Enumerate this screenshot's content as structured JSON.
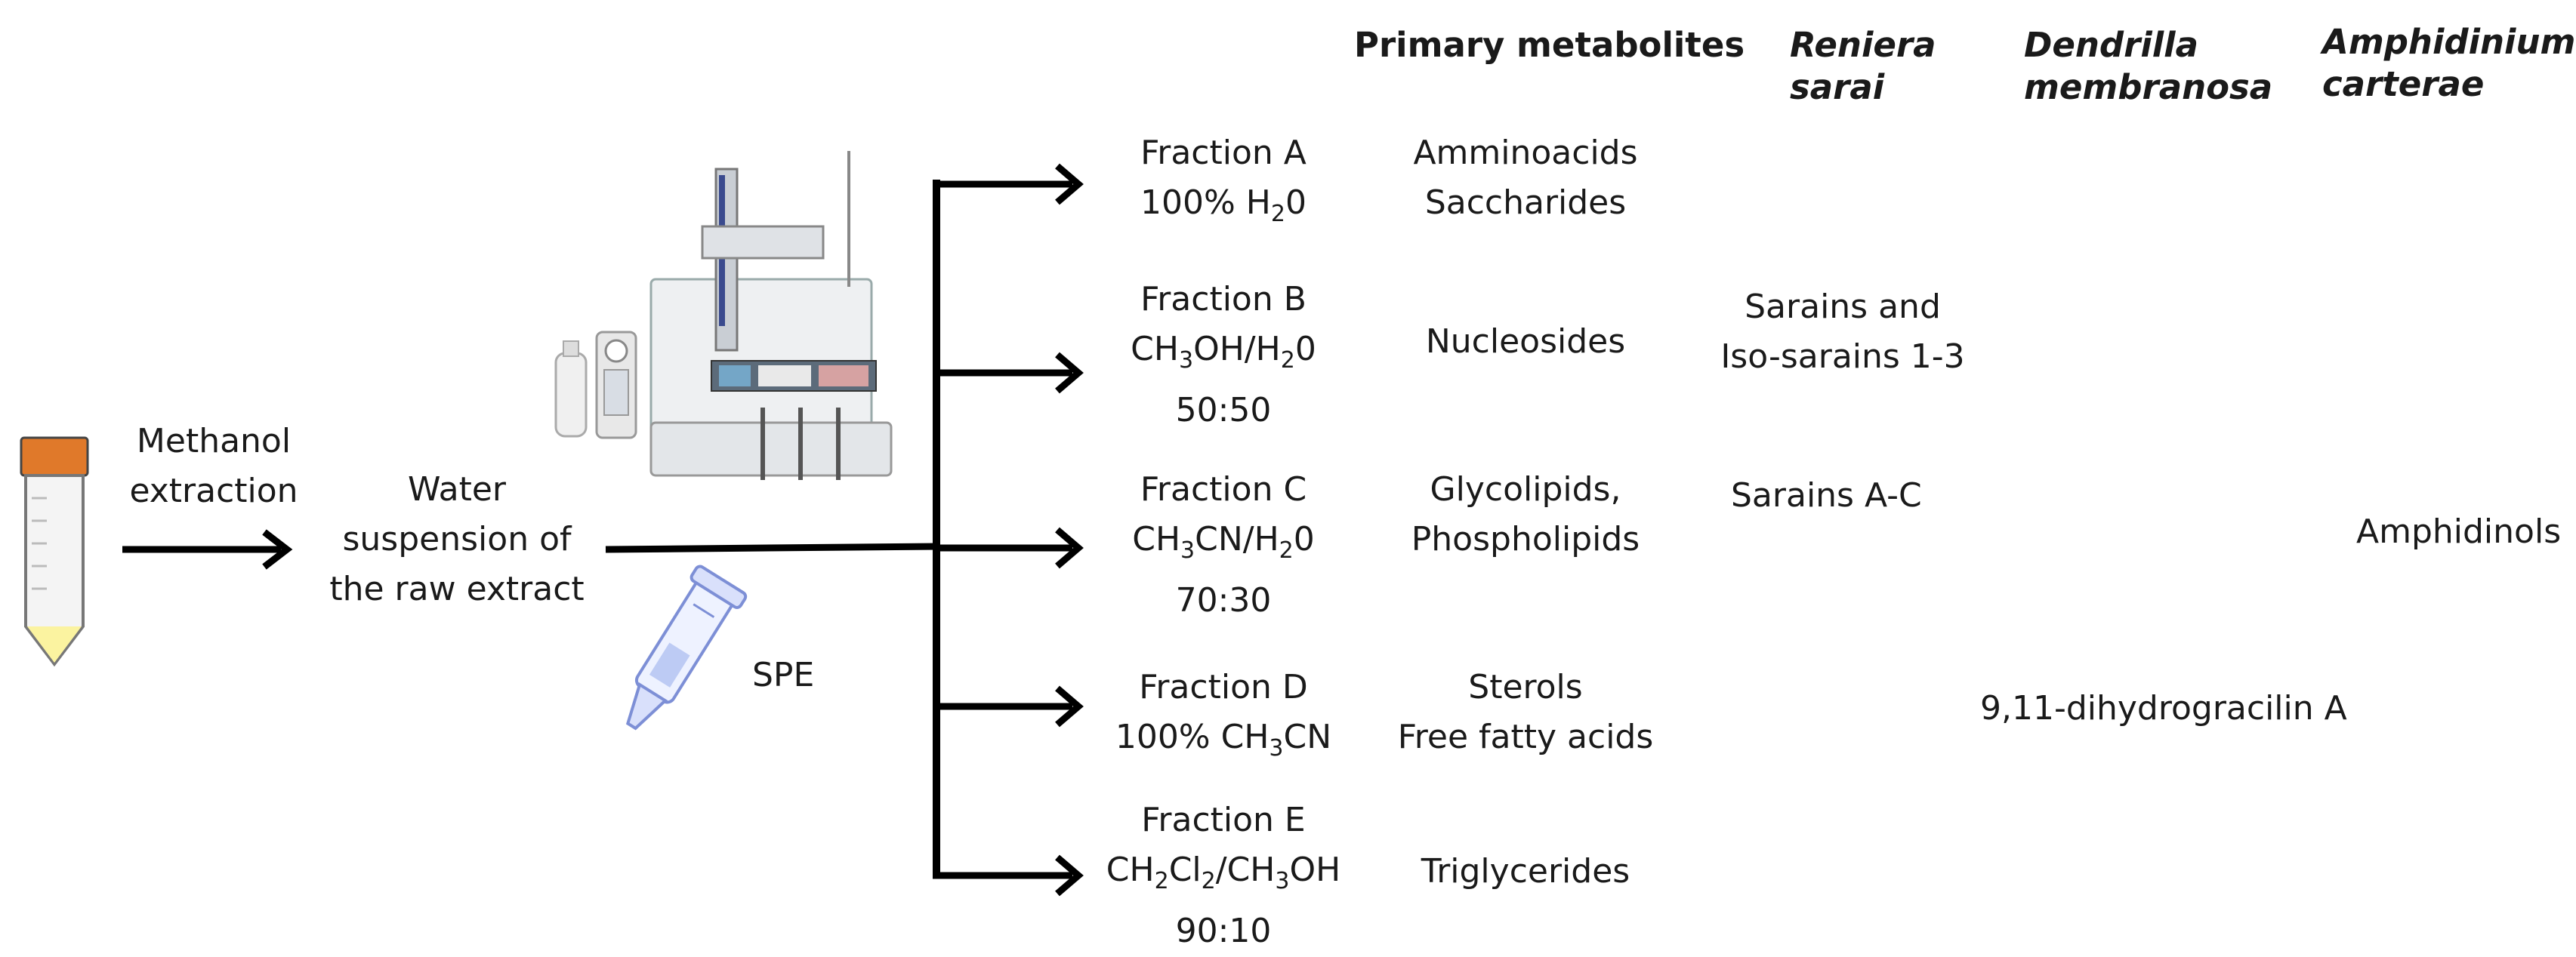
{
  "start": {
    "step": [
      "Methanol",
      "extraction"
    ],
    "suspension": [
      "Water",
      "suspension of",
      "the raw extract"
    ],
    "spe_label": "SPE"
  },
  "columns": {
    "primary": "Primary metabolites",
    "reniera": [
      "Reniera",
      "sarai"
    ],
    "dendrilla": [
      "Dendrilla",
      "membranosa"
    ],
    "amphidinium": [
      "Amphidinium",
      "carterae"
    ]
  },
  "fractions": [
    {
      "name": "Fraction A",
      "solvent": [
        "100% H",
        "2",
        "0"
      ],
      "ratio": "",
      "primary": [
        "Amminoacids",
        "Saccharides"
      ],
      "reniera": [],
      "dendrilla": "",
      "amphidinium": ""
    },
    {
      "name": "Fraction B",
      "solvent": [
        "CH",
        "3",
        "OH/H",
        "2",
        "0"
      ],
      "ratio": "50:50",
      "primary": [
        "Nucleosides"
      ],
      "reniera": [
        "Sarains and",
        "Iso-sarains 1-3"
      ],
      "dendrilla": "",
      "amphidinium": ""
    },
    {
      "name": "Fraction C",
      "solvent": [
        "CH",
        "3",
        "CN/H",
        "2",
        "0"
      ],
      "ratio": "70:30",
      "primary": [
        "Glycolipids,",
        "Phospholipids"
      ],
      "reniera": [
        "Sarains A-C"
      ],
      "dendrilla": "",
      "amphidinium": "Amphidinols"
    },
    {
      "name": "Fraction D",
      "solvent": [
        "100% CH",
        "3",
        "CN"
      ],
      "ratio": "",
      "primary": [
        "Sterols",
        "Free fatty acids"
      ],
      "reniera": [],
      "dendrilla": "9,11-dihydrogracilin A",
      "amphidinium": ""
    },
    {
      "name": "Fraction E",
      "solvent": [
        "CH",
        "2",
        "Cl",
        "2",
        "/CH",
        "3",
        "OH"
      ],
      "ratio": "90:10",
      "primary": [
        "Triglycerides"
      ],
      "reniera": [],
      "dendrilla": "",
      "amphidinium": ""
    }
  ],
  "colors": {
    "ink": "#000000",
    "tube_cap": "#e0792a",
    "tube_liquid": "#fbf3a0",
    "spe_blue": "#7d8fd6"
  }
}
